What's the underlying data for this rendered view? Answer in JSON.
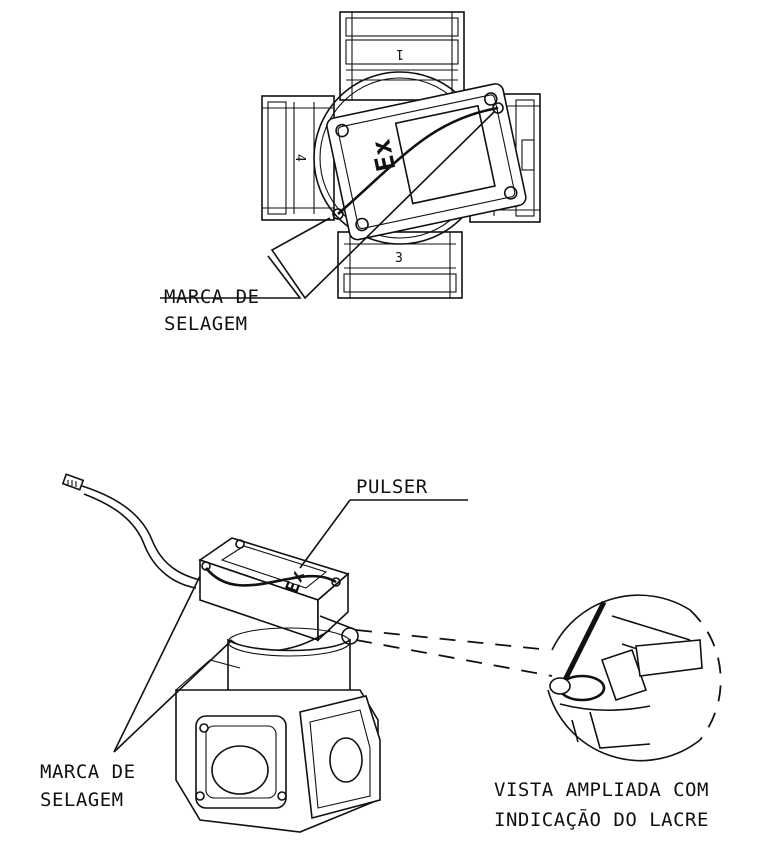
{
  "top_view": {
    "port_numbers": [
      "1",
      "3",
      "4"
    ],
    "ex_mark": "Ex",
    "seal_label_line1": "MARCA DE",
    "seal_label_line2": "SELAGEM"
  },
  "iso_view": {
    "pulser_label": "PULSER",
    "ex_mark": "Ex",
    "seal_label_line1": "MARCA DE",
    "seal_label_line2": "SELAGEM"
  },
  "detail_view": {
    "caption_line1": "VISTA AMPLIADA COM",
    "caption_line2": "INDICAÇÃO DO LACRE"
  },
  "colors": {
    "line": "#111111",
    "background": "#ffffff"
  }
}
